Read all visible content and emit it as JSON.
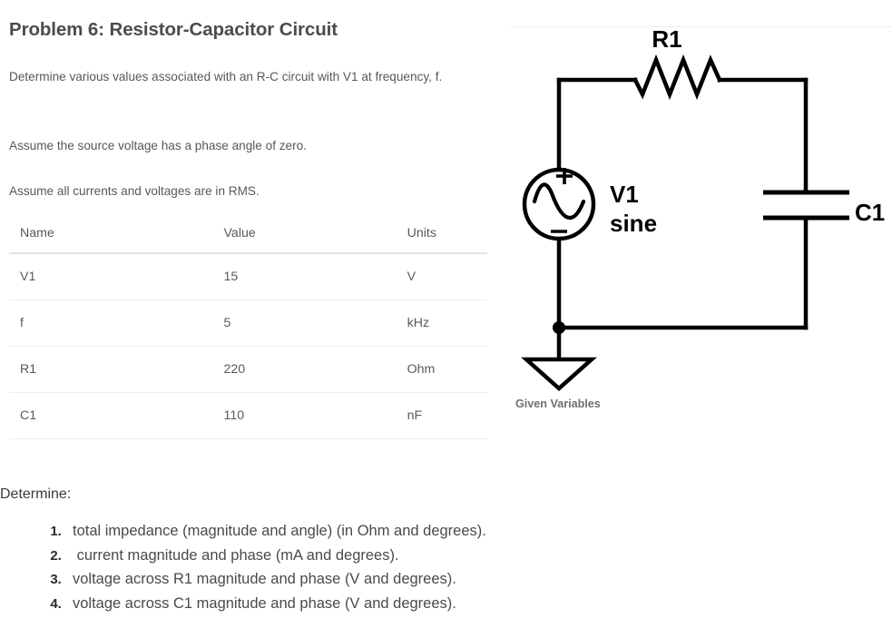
{
  "title": "Problem 6: Resistor-Capacitor Circuit",
  "intro": {
    "paragraph1": "Determine various values associated with an R-C circuit with V1 at frequency, f.",
    "paragraph2": "Assume the source voltage has a phase angle of zero.",
    "paragraph3": "Assume all currents and voltages are in RMS."
  },
  "table": {
    "headers": [
      "Name",
      "Value",
      "Units"
    ],
    "rows": [
      {
        "name": "V1",
        "value": "15",
        "units": "V"
      },
      {
        "name": "f",
        "value": "5",
        "units": "kHz"
      },
      {
        "name": "R1",
        "value": "220",
        "units": "Ohm"
      },
      {
        "name": "C1",
        "value": "110",
        "units": "nF"
      }
    ]
  },
  "determine": {
    "heading": "Determine:",
    "items": [
      "total impedance (magnitude and angle) (in Ohm and degrees).",
      " current magnitude and phase (mA and degrees).",
      "voltage across R1 magnitude and phase (V and degrees).",
      "voltage across C1 magnitude and phase (V and degrees)."
    ]
  },
  "circuit": {
    "caption": "Given Variables",
    "labels": {
      "resistor": "R1",
      "source_name": "V1",
      "source_type": "sine",
      "capacitor": "C1",
      "polarity_plus": "+",
      "polarity_minus": "−"
    },
    "colors": {
      "wire": "#000000",
      "label": "#000000",
      "caption": "#6f6f6f",
      "divider": "#ededed"
    }
  }
}
